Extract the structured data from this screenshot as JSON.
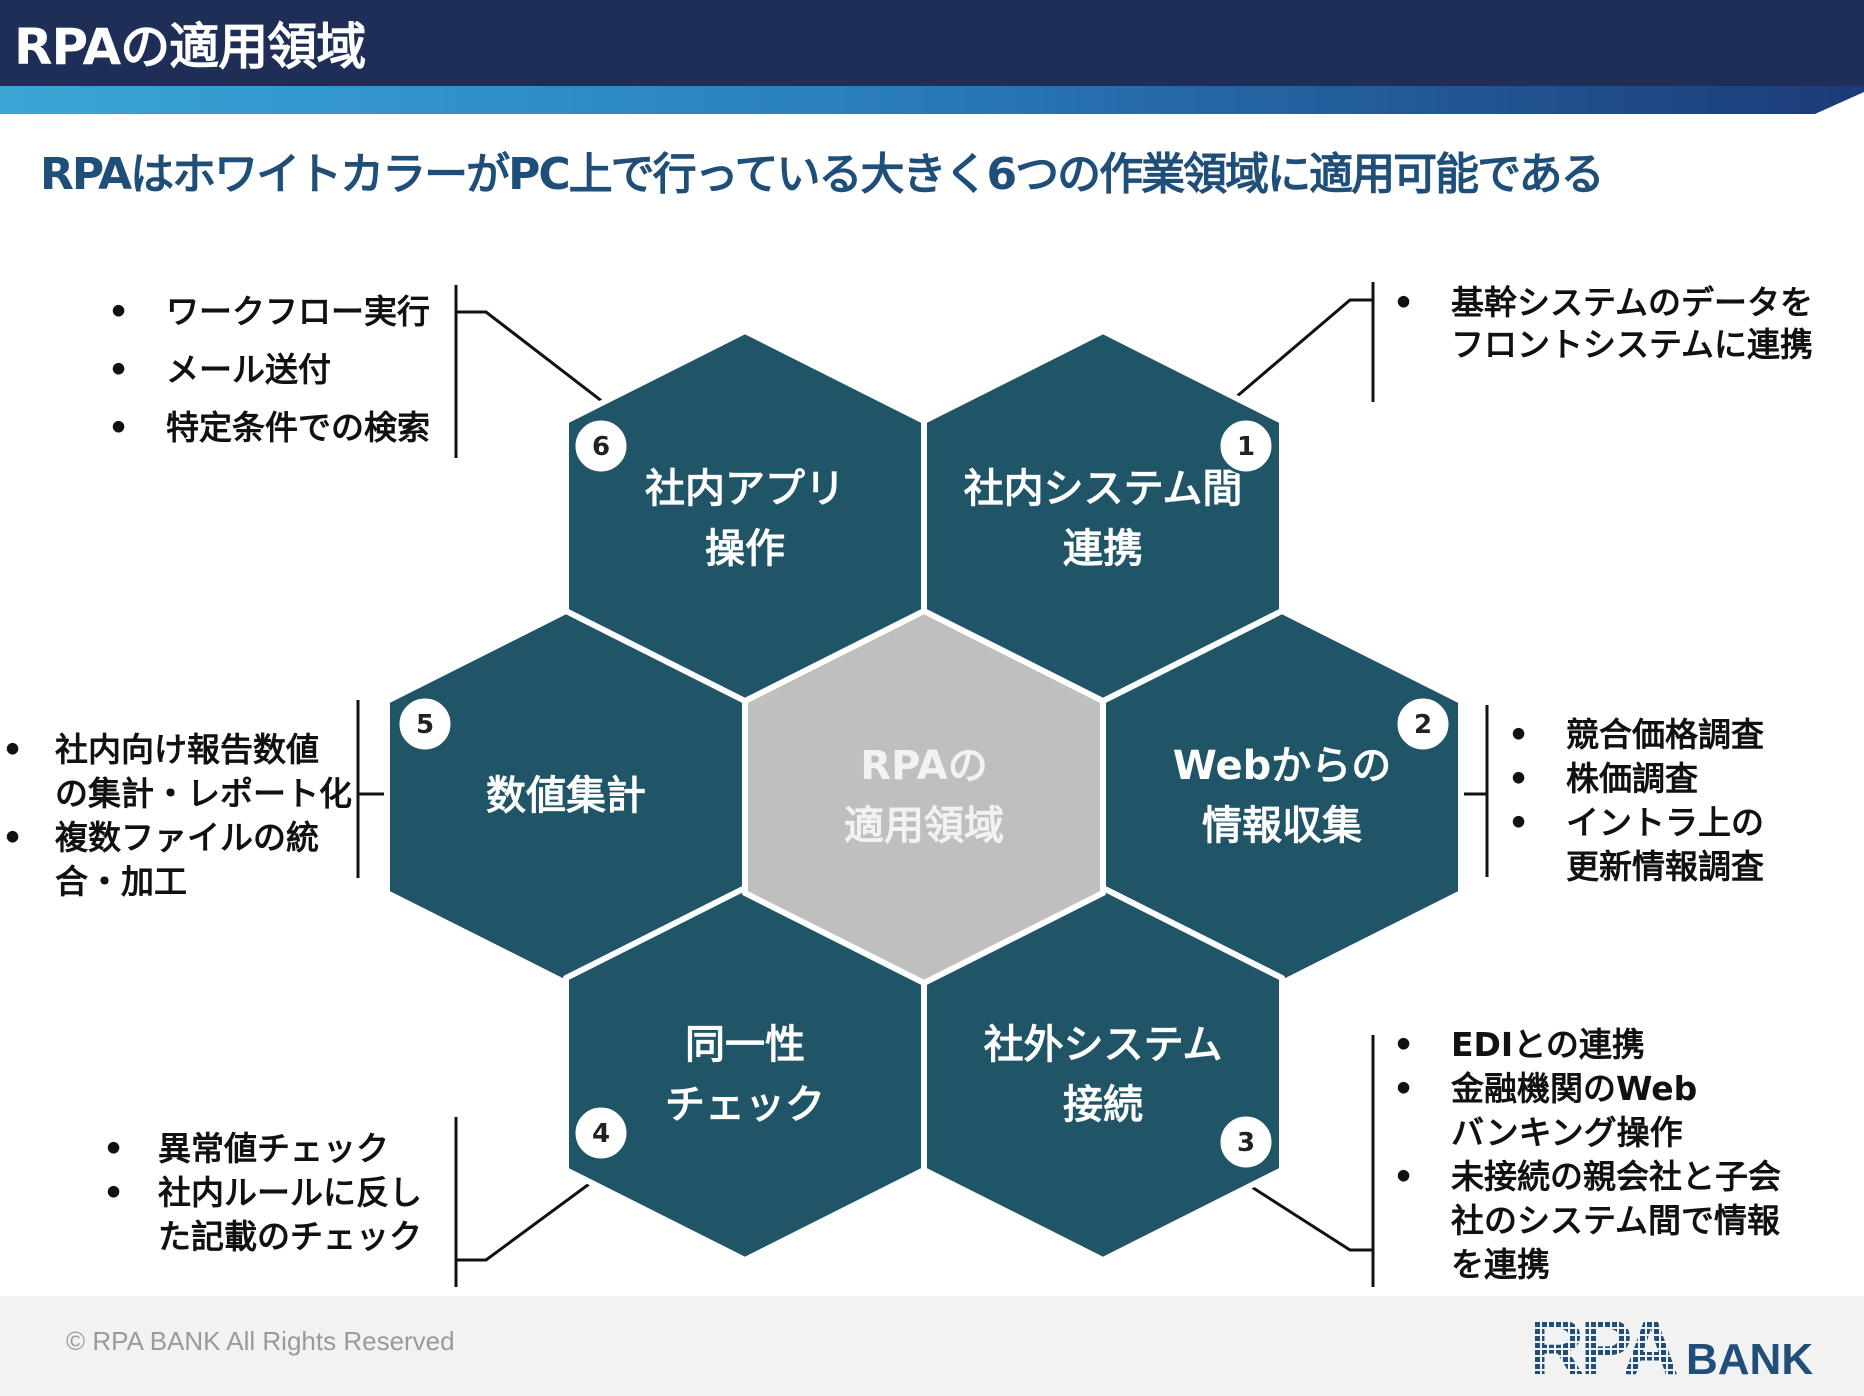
{
  "header": {
    "title": "RPAの適用領域",
    "colors": {
      "navy": "#1f2e57",
      "accent_blue": "#2a8cc4"
    }
  },
  "subtitle": "RPAはホワイトカラーがPC上で行っている大きく6つの作業領域に適用可能である",
  "diagram": {
    "colors": {
      "hex_fill": "#1f5567",
      "center_fill": "#bfbfbf",
      "connector": "#111111"
    },
    "center": {
      "line1": "RPAの",
      "line2": "適用領域"
    },
    "areas": [
      {
        "number": "1",
        "line1": "社内システム間",
        "line2": "連携",
        "bullets": [
          "基幹システムのデータを\nフロントシステムに連携"
        ]
      },
      {
        "number": "2",
        "line1": "Webからの",
        "line2": "情報収集",
        "bullets": [
          "競合価格調査",
          "株価調査",
          "イントラ上の\n更新情報調査"
        ]
      },
      {
        "number": "3",
        "line1": "社外システム",
        "line2": "接続",
        "bullets": [
          "EDIとの連携",
          "金融機関のWeb\nバンキング操作",
          "未接続の親会社と子会\n社のシステム間で情報\nを連携"
        ]
      },
      {
        "number": "4",
        "line1": "同一性",
        "line2": "チェック",
        "bullets": [
          "異常値チェック",
          "社内ルールに反し\nた記載のチェック"
        ]
      },
      {
        "number": "5",
        "line1": "数値集計",
        "line2": "",
        "bullets": [
          "社内向け報告数値\nの集計・レポート化",
          "複数ファイルの統\n合・加工"
        ]
      },
      {
        "number": "6",
        "line1": "社内アプリ",
        "line2": "操作",
        "bullets": [
          "ワークフロー実行",
          "メール送付",
          "特定条件での検索"
        ]
      }
    ]
  },
  "footer": {
    "copyright": "© RPA BANK All Rights Reserved",
    "logo_text_1": "RPA",
    "logo_text_2": "BANK",
    "logo_color": "#1f4e79"
  }
}
